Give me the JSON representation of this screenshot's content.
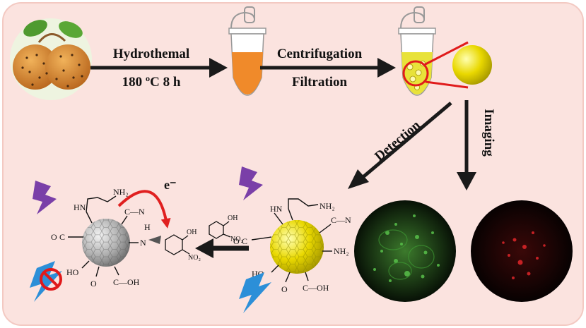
{
  "steps": {
    "hydrothermal_line1": "Hydrothemal",
    "hydrothermal_line2": "180 ºC 8 h",
    "centrifugation": "Centrifugation",
    "filtration": "Filtration",
    "detection": "Detection",
    "imaging": "Imaging"
  },
  "chemistry": {
    "nh2": "NH₂",
    "hn": "HN",
    "nh": "N",
    "h": "H",
    "o": "O",
    "c": "C",
    "ho": "HO",
    "oh": "OH",
    "cooh": "C—OH",
    "cn": "C—N",
    "no2": "NO₂",
    "electron": "e⁻"
  },
  "colors": {
    "background": "#fbe3df",
    "quantum_dot": "#e6d400",
    "quenched_dot": "#a8a8a8",
    "arrow": "#1a1a1a",
    "electron_arrow": "#e02020",
    "lightning": "#7a3fa8",
    "emission": "#2c8fd8"
  }
}
